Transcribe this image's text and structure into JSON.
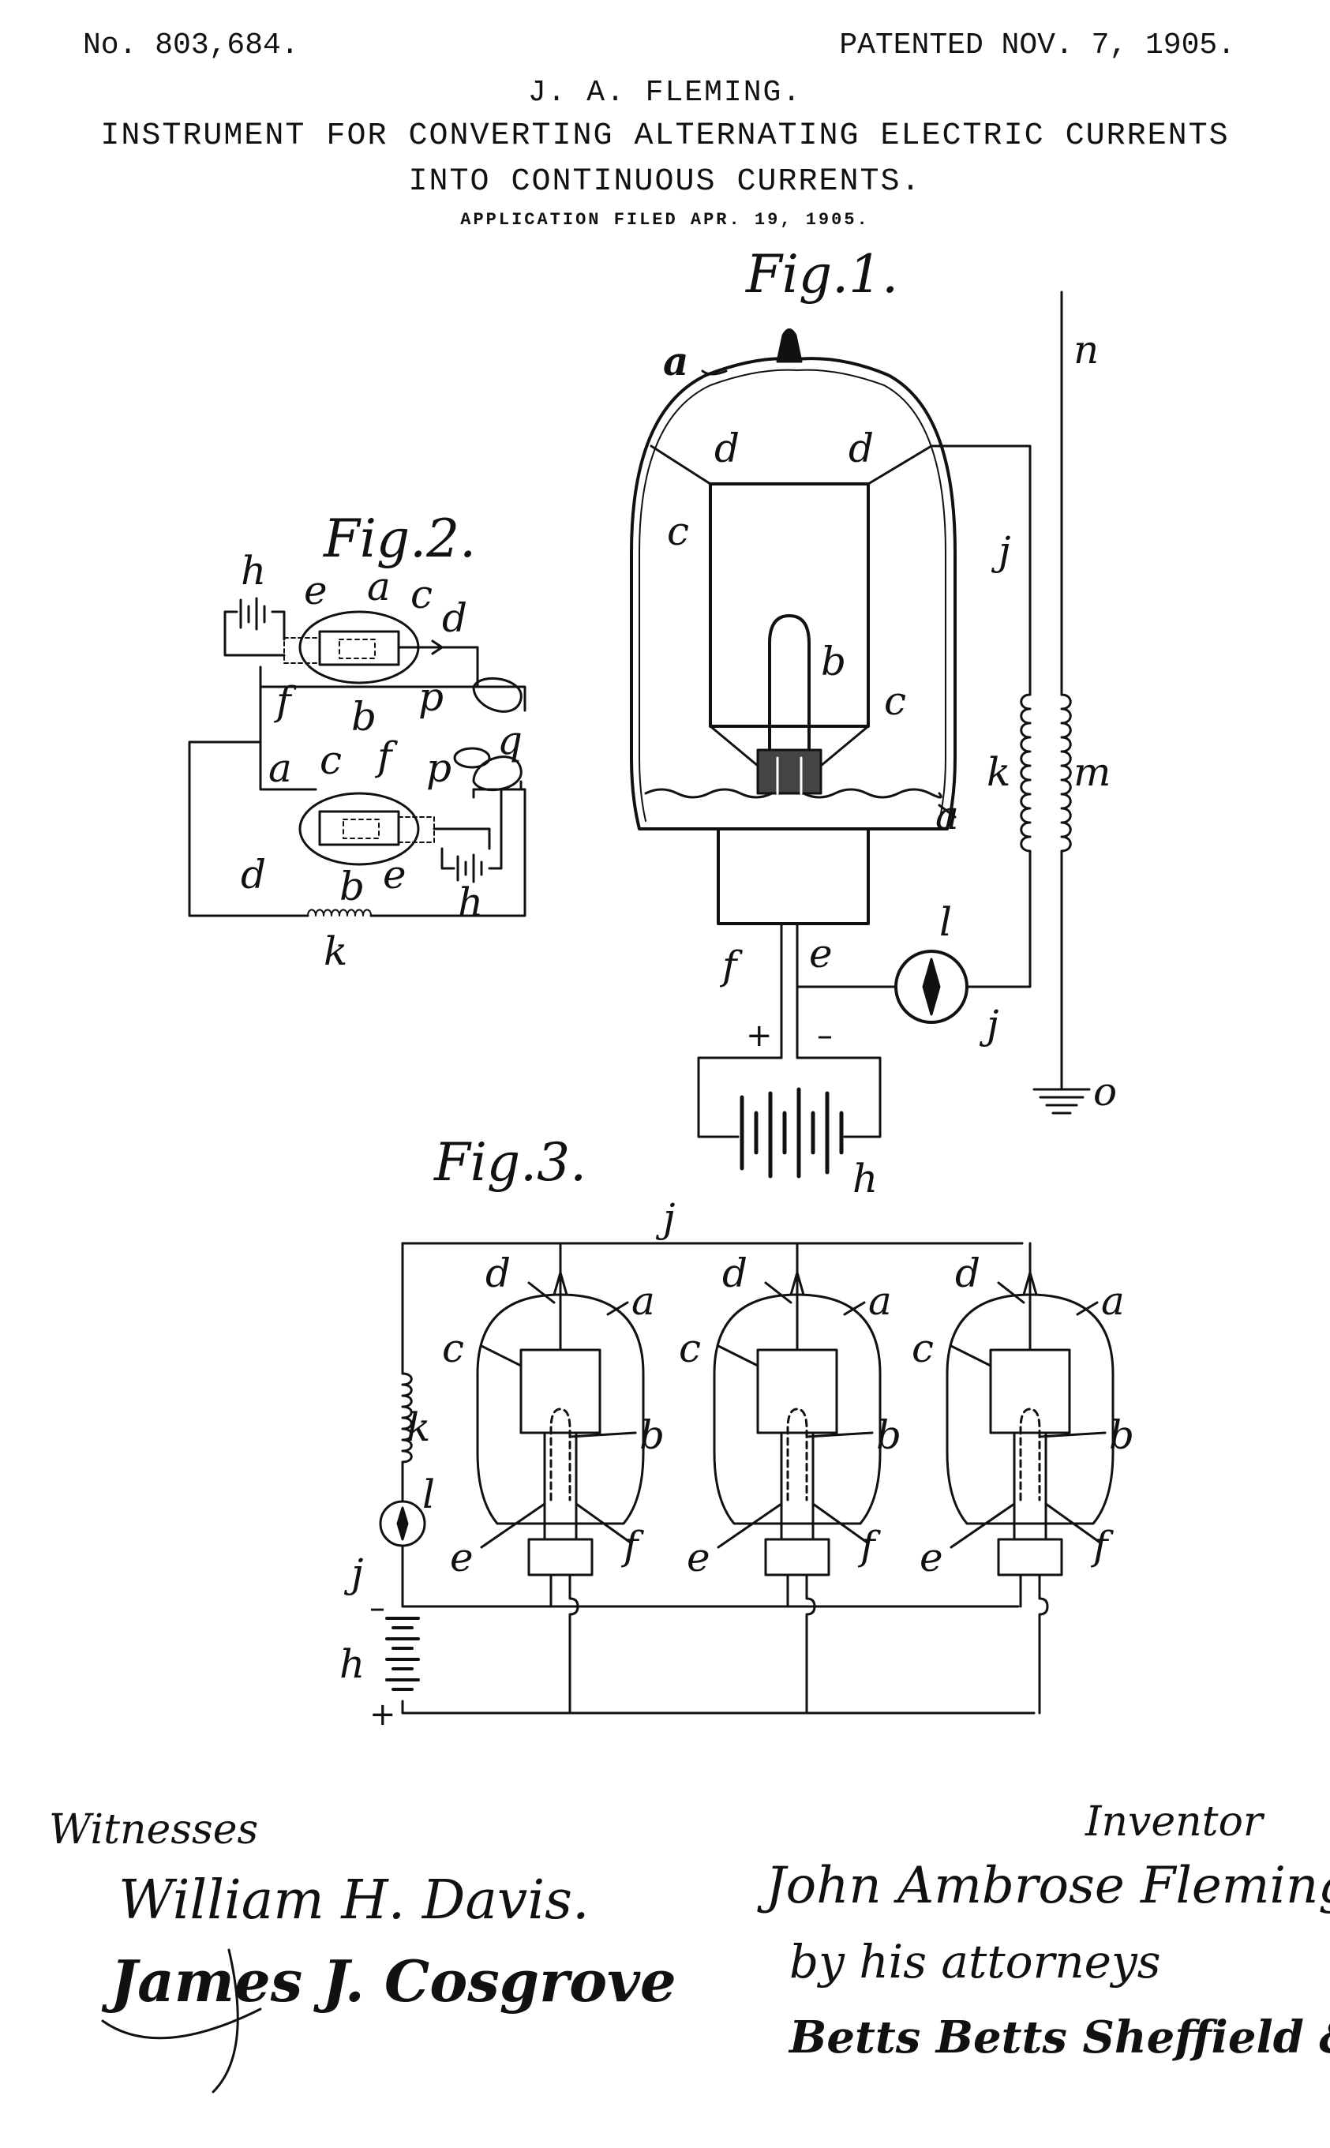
{
  "header": {
    "patent_number": "No. 803,684.",
    "patent_date": "PATENTED NOV. 7, 1905.",
    "inventor": "J. A. FLEMING.",
    "title_line1": "INSTRUMENT FOR CONVERTING ALTERNATING ELECTRIC CURRENTS",
    "title_line2": "INTO CONTINUOUS CURRENTS.",
    "filed": "APPLICATION FILED APR. 19, 1905."
  },
  "figures": {
    "fig1_title": "Fig.1.",
    "fig2_title": "Fig.2.",
    "fig3_title": "Fig.3."
  },
  "labels": {
    "a": "a",
    "b": "b",
    "c": "c",
    "d": "d",
    "e": "e",
    "f": "f",
    "h": "h",
    "j": "j",
    "k": "k",
    "l": "l",
    "m": "m",
    "n": "n",
    "o": "o",
    "p": "p",
    "q": "q",
    "plus": "+",
    "minus": "–"
  },
  "witnesses": {
    "heading": "Witnesses",
    "signature1": "William H. Davis.",
    "signature2": "James J. Cosgrove"
  },
  "inventor_block": {
    "heading": "Inventor",
    "signature": "John Ambrose Fleming",
    "attorneys_line": "by his attorneys",
    "attorneys": "Betts Betts Sheffield & Betts"
  }
}
